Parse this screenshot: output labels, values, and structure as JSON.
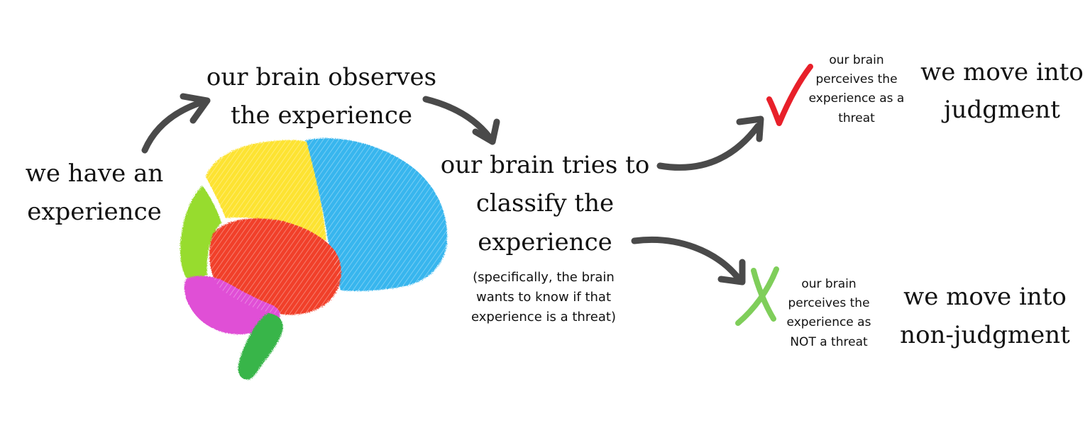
{
  "diagram": {
    "start": {
      "lines": [
        "we have an",
        "experience"
      ]
    },
    "observe": {
      "lines": [
        "our brain observes",
        "the experience"
      ]
    },
    "classify": {
      "lines": [
        "our brain tries to",
        "classify the",
        "experience"
      ]
    },
    "classify_note": {
      "lines": [
        "(specifically, the brain",
        "wants to know if that",
        "experience is a threat)"
      ]
    },
    "threat_branch": {
      "condition": {
        "lines": [
          "our brain",
          "perceives the",
          "experience as a",
          "threat"
        ]
      },
      "outcome": {
        "lines": [
          "we move into",
          "judgment"
        ]
      },
      "marker_icon": "red-checkmark-icon"
    },
    "nonthreat_branch": {
      "condition": {
        "lines": [
          "our brain",
          "perceives the",
          "experience as",
          "NOT a threat"
        ]
      },
      "outcome": {
        "lines": [
          "we move into",
          "non-judgment"
        ]
      },
      "marker_icon": "green-x-icon"
    }
  },
  "colors": {
    "arrow": "#4a4a4a",
    "check": "#e8202a",
    "cross": "#7fce5a",
    "brain_frontal": "#fde331",
    "brain_parietal": "#38b6ee",
    "brain_temporal": "#f1402a",
    "brain_front_lobe": "#97dc2e",
    "brain_lower": "#e04fd6",
    "brain_stem": "#39b54a"
  }
}
